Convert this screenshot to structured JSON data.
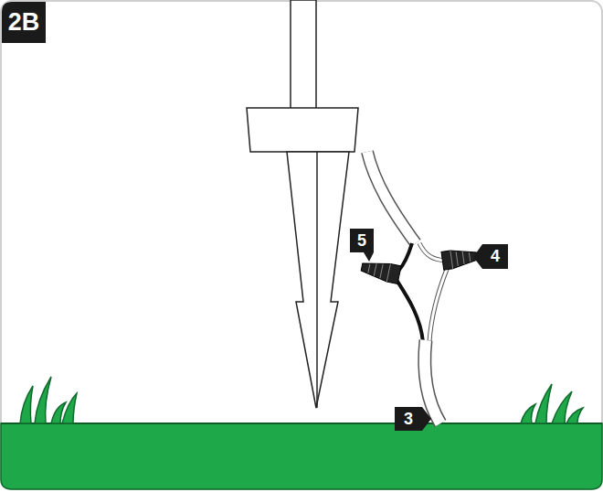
{
  "diagram": {
    "title": "2B",
    "labels": [
      "5",
      "4",
      "3"
    ]
  }
}
